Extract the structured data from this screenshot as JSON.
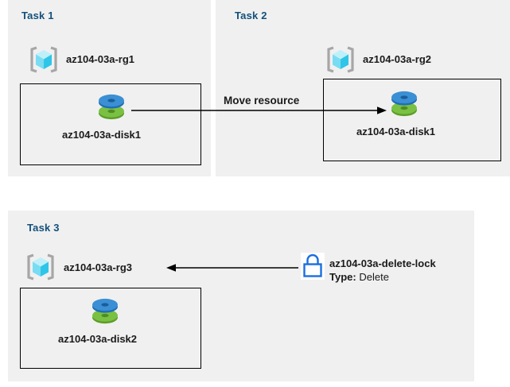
{
  "diagram": {
    "title": "Azure resource groups, move resource, and delete lock tasks",
    "background_color": "#ffffff",
    "panel_color": "#f0f0f0",
    "title_color": "#12507c",
    "box_border_color": "#000000",
    "accent_lock_color": "#1a6fe0",
    "disk_blue": "#3a8fd6",
    "disk_green": "#73b83c",
    "rg_cube_cyan": "#69e0f5",
    "rg_bracket_gray": "#a6a6a6"
  },
  "panels": [
    {
      "id": "task1",
      "title": "Task 1",
      "resource_group": {
        "icon": "resource-group-icon",
        "label": "az104-03a-rg1"
      },
      "box": {
        "disk": {
          "icon": "disk-icon",
          "label": "az104-03a-disk1"
        }
      }
    },
    {
      "id": "task2",
      "title": "Task 2",
      "resource_group": {
        "icon": "resource-group-icon",
        "label": "az104-03a-rg2"
      },
      "box": {
        "disk": {
          "icon": "disk-icon",
          "label": "az104-03a-disk1"
        }
      }
    },
    {
      "id": "task3",
      "title": "Task 3",
      "resource_group": {
        "icon": "resource-group-icon",
        "label": "az104-03a-rg3"
      },
      "box": {
        "disk": {
          "icon": "disk-icon",
          "label": "az104-03a-disk2"
        }
      },
      "lock": {
        "icon": "lock-icon",
        "label": "az104-03a-delete-lock",
        "type_key": "Type:",
        "type_value": "Delete"
      }
    }
  ],
  "connectors": [
    {
      "id": "move-resource-arrow",
      "label": "Move resource",
      "direction": "right",
      "from": "task1-disk",
      "to": "task2-disk"
    },
    {
      "id": "lock-scope-arrow",
      "label": "",
      "direction": "left",
      "from": "az104-03a-delete-lock",
      "to": "az104-03a-rg3"
    }
  ]
}
